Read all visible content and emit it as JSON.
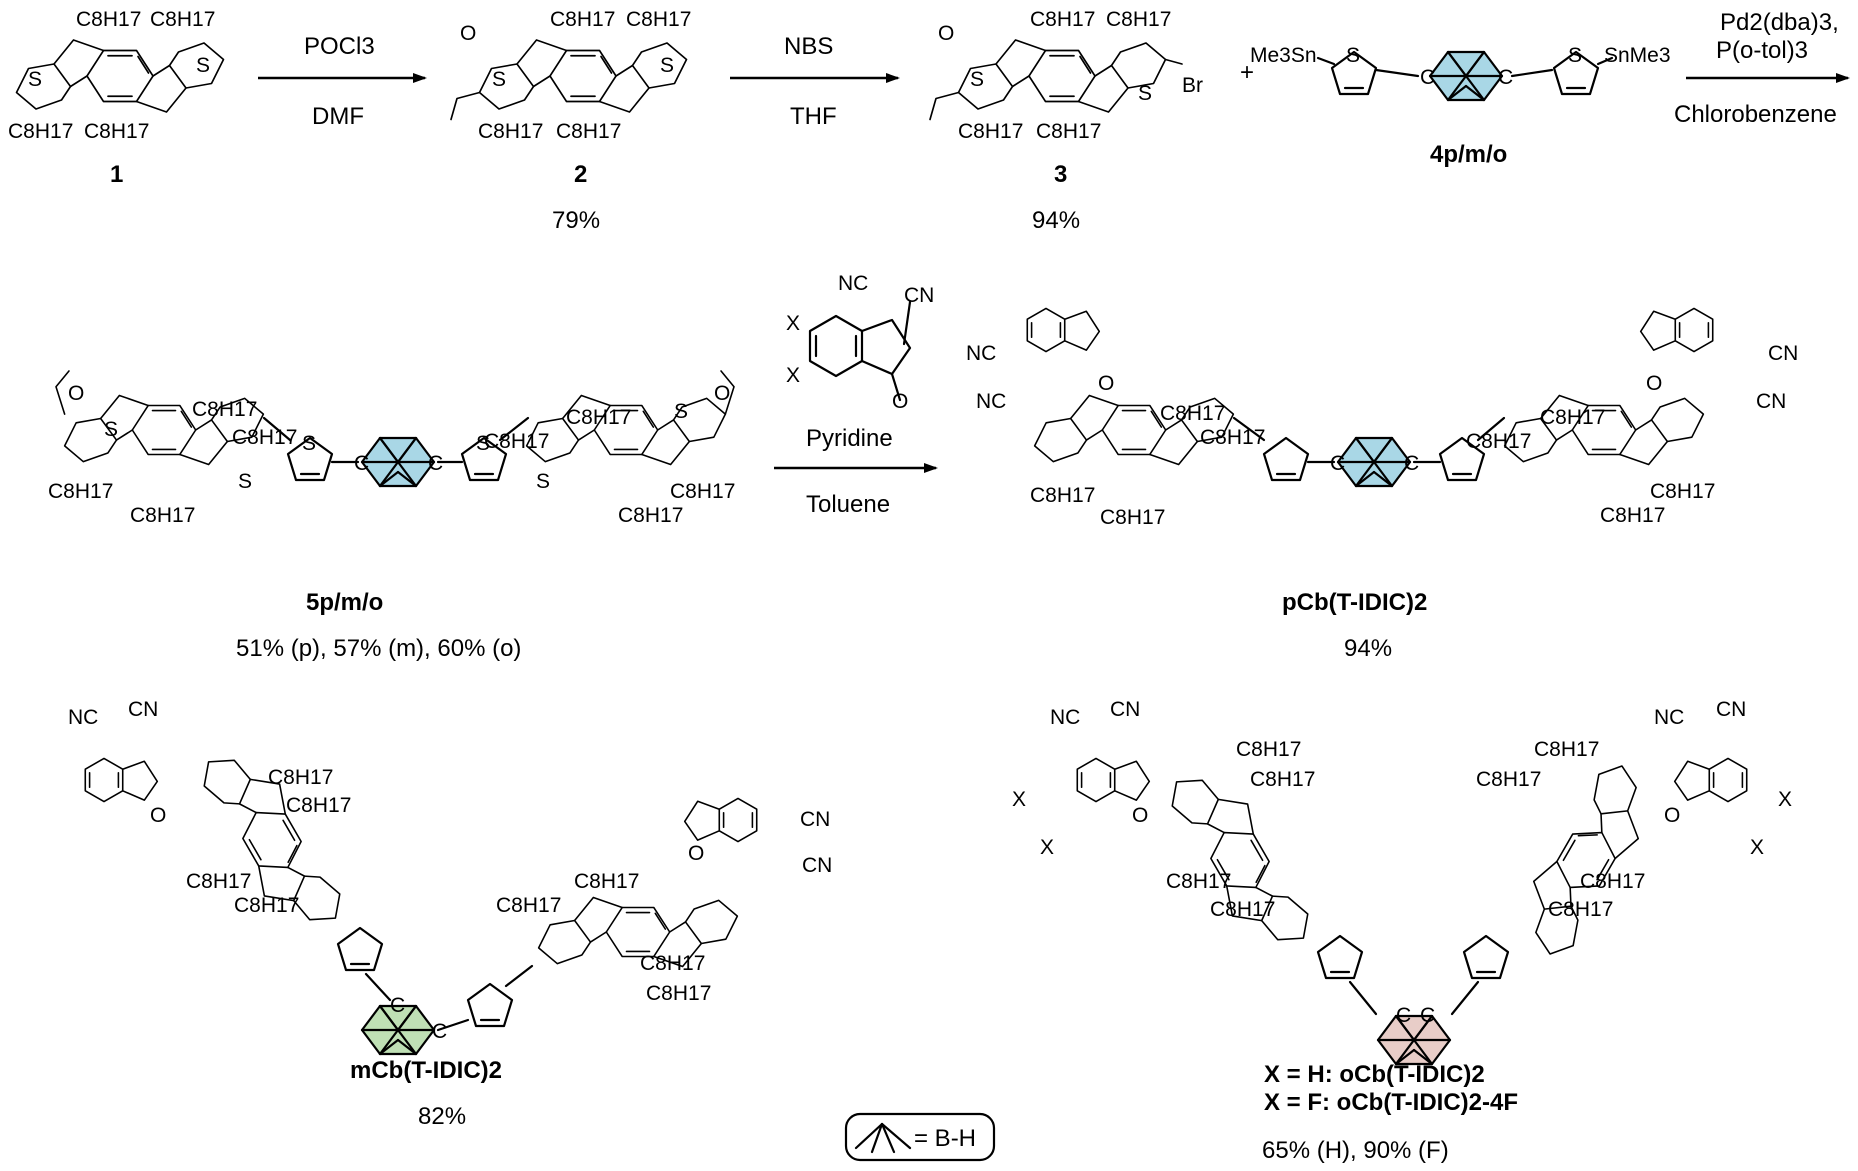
{
  "colors": {
    "para_cage": "#a9d7e6",
    "meta_cage": "#bfe0b5",
    "ortho_cage": "#e8cdc8",
    "line": "#000000"
  },
  "alkyl": "C8H17",
  "atoms": {
    "S": "S",
    "Br": "Br",
    "O": "O",
    "C": "C",
    "NC": "NC",
    "CN": "CN",
    "X": "X",
    "stannyl_left": "Me3Sn",
    "stannyl_right": "SnMe3"
  },
  "steps": [
    {
      "reagent": "POCl3",
      "solvent": "DMF"
    },
    {
      "reagent": "NBS",
      "solvent": "THF"
    },
    {
      "reagent": "Pd2(dba)3,",
      "reagent2": "P(o-tol)3",
      "solvent": "Chlorobenzene"
    },
    {
      "reagent": "Pyridine",
      "solvent": "Toluene"
    }
  ],
  "compounds": {
    "c1": {
      "label": "1"
    },
    "c2": {
      "label": "2",
      "yield": "79%"
    },
    "c3": {
      "label": "3",
      "yield": "94%"
    },
    "c4": {
      "label": "4p/m/o"
    },
    "c5": {
      "label": "5p/m/o",
      "yield": "51% (p), 57% (m), 60% (o)"
    },
    "para": {
      "label": "pCb(T-IDIC)2",
      "yield": "94%"
    },
    "meta": {
      "label": "mCb(T-IDIC)2",
      "yield": "82%"
    },
    "ortho": {
      "label_h": "X = H: oCb(T-IDIC)2",
      "label_f": "X = F: oCb(T-IDIC)2-4F",
      "yield": "65% (H), 90% (F)"
    }
  },
  "plus": "+",
  "legend": {
    "text": "= B-H"
  }
}
